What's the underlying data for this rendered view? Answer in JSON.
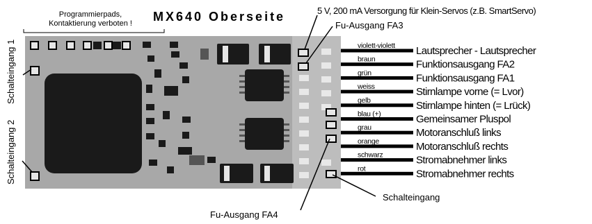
{
  "title": "MX640 Oberseite",
  "programming_pads_label": [
    "Programmierpads,",
    "Kontaktierung verboten !"
  ],
  "switch_inputs": [
    "Schalteingang 1",
    "Schalteingang 2"
  ],
  "callouts": {
    "servo_supply": "5 V,  200 mA Versorgung für Klein-Servos (z.B. SmartServo)",
    "fa3": "Fu-Ausgang FA3",
    "fa4": "Fu-Ausgang FA4",
    "switch_input": "Schalteingang"
  },
  "wires": [
    {
      "color": "violett-violett",
      "function": "Lautsprecher - Lautsprecher"
    },
    {
      "color": "braun",
      "function": "Funktionsausgang FA2"
    },
    {
      "color": "grün",
      "function": "Funktionsausgang FA1"
    },
    {
      "color": "weiss",
      "function": "Stirnlampe vorne (= Lvor)"
    },
    {
      "color": "gelb",
      "function": "Stirnlampe hinten (= Lrück)"
    },
    {
      "color": "blau (+)",
      "function": "Gemeinsamer Pluspol"
    },
    {
      "color": "grau",
      "function": "Motoranschluß links"
    },
    {
      "color": "orange",
      "function": "Motoranschluß rechts"
    },
    {
      "color": "schwarz",
      "function": "Stromabnehmer links"
    },
    {
      "color": "rot",
      "function": "Stromabnehmer rechts"
    }
  ],
  "colors": {
    "board": "#a8a8a8",
    "component_dark": "#1a1a1a",
    "pad_light": "#d4d4d4",
    "wire": "#000000"
  }
}
